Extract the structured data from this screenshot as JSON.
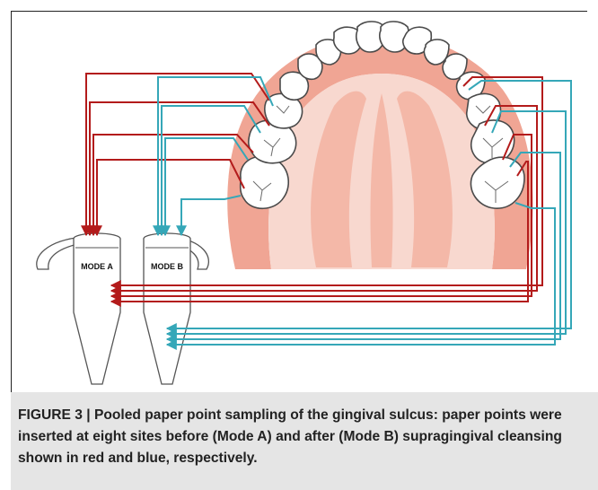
{
  "figure": {
    "tube_a_label": "MODE A",
    "tube_b_label": "MODE B",
    "colors": {
      "mode_a": "#b31b1b",
      "mode_b": "#35a7b8",
      "gingiva": "#f0a594",
      "palate_light": "#f8d8cf",
      "tooth_outline": "#4a4a4a"
    }
  },
  "caption": {
    "text": "FIGURE 3 | Pooled paper point sampling of the gingival sulcus: paper points were inserted at eight sites before (Mode A) and after (Mode B) supragingival cleansing shown in red and blue, respectively."
  }
}
